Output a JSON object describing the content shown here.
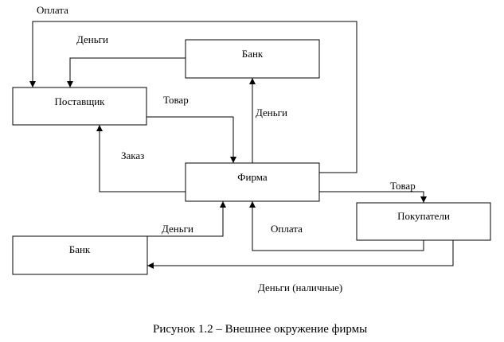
{
  "nodes": {
    "bank_top": "Банк",
    "supplier": "Поставщик",
    "firm": "Фирма",
    "buyers": "Покупатели",
    "bank_bottom": "Банк"
  },
  "labels": {
    "payment_top": "Оплата",
    "money_bank_supplier": "Деньги",
    "goods_supplier_firm": "Товар",
    "money_firm_bank": "Деньги",
    "order": "Заказ",
    "goods_firm_buyers": "Товар",
    "money_bank_firm": "Деньги",
    "payment_buyers_firm": "Оплата",
    "cash_money": "Деньги (наличные)"
  },
  "caption": "Рисунок 1.2 – Внешнее окружение фирмы"
}
